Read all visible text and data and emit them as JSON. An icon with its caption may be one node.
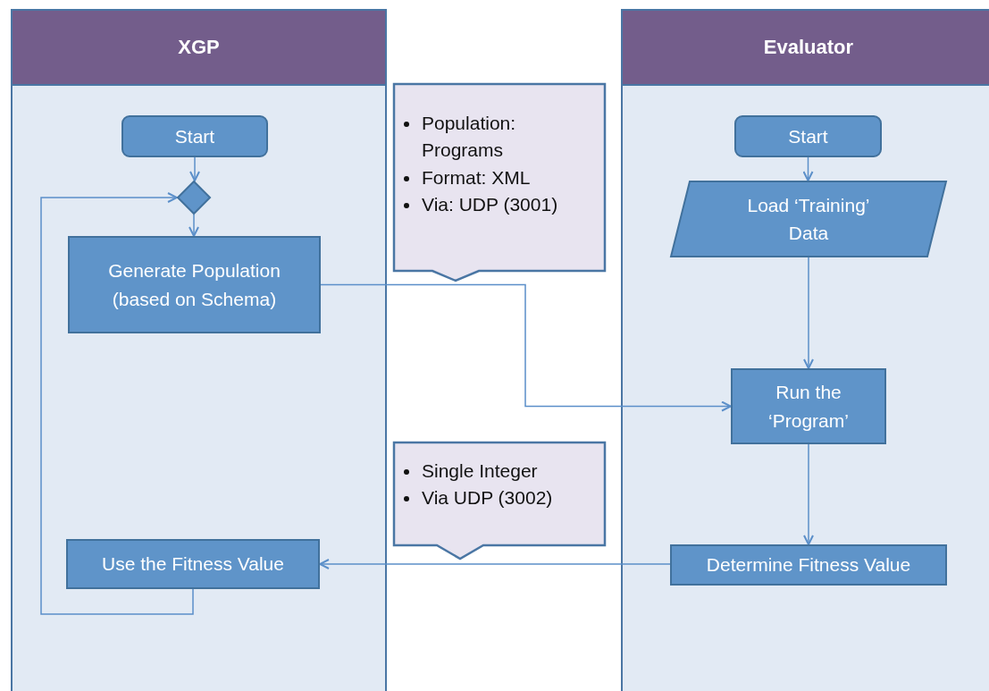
{
  "diagram": {
    "nodes": [
      {
        "text": [
          "XGP"
        ]
      },
      {
        "text": [
          "Start"
        ],
        "in": 0
      },
      {
        "text": [],
        "shape": "diamond",
        "in": 0
      },
      {
        "text": [
          "Generate Population (based on Schema)"
        ],
        "in": 0
      },
      {
        "text": [
          "Use the Fitness Value"
        ],
        "in": 0
      },
      {
        "text": [
          "Population: Programs",
          "Format: XML",
          "Via: UDP (3001)"
        ]
      },
      {
        "text": [
          "Single Integer",
          "Via UDP (3002)"
        ]
      },
      {
        "text": [
          "Evaluator"
        ]
      },
      {
        "text": [
          "Start"
        ],
        "in": 7
      },
      {
        "text": [
          "Load ‘Training’ Data"
        ],
        "in": 7
      },
      {
        "text": [
          "Run the ‘Program’"
        ],
        "in": 7
      },
      {
        "text": [
          "Determine Fitness Value"
        ],
        "in": 7
      }
    ],
    "edges": [
      {
        "from": 1,
        "to": 2,
        "arrow": "to"
      },
      {
        "from": 2,
        "to": 3,
        "arrow": "to"
      },
      {
        "from": 4,
        "to": 2,
        "arrow": "to"
      },
      {
        "from": 3,
        "to": 10,
        "arrow": "to"
      },
      {
        "from": 11,
        "to": 4,
        "arrow": "to"
      },
      {
        "from": 8,
        "to": 9,
        "arrow": "to"
      },
      {
        "from": 9,
        "to": 10,
        "arrow": "to"
      },
      {
        "from": 10,
        "to": 11,
        "arrow": "to"
      }
    ]
  }
}
